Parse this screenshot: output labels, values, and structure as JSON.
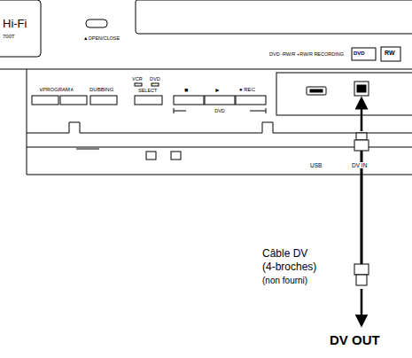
{
  "diagram": {
    "labels": [
      "Hi-Fi",
      "700T",
      "▲OPEN/CLOSE",
      "DVD -RW/R +RW/R RECORDING",
      "DVD",
      "RW",
      "∨PROGRAM∧",
      "DUBBING",
      "VCR",
      "DVD",
      "SELECT",
      "■",
      "►",
      "● REC",
      "DVD",
      "USB",
      "DV IN",
      "Câble DV",
      "(4-broches)",
      "(non fourni)",
      "DV OUT"
    ]
  }
}
